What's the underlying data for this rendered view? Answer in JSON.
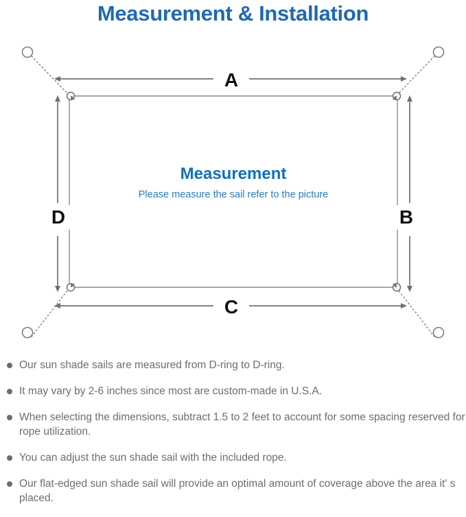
{
  "page": {
    "title": "Measurement & Installation",
    "title_color": "#1f69b0",
    "background_color": "#ffffff"
  },
  "diagram": {
    "name": "sun-shade-sail-measurement-diagram",
    "sail": {
      "title": "Measurement",
      "subtitle": "Please measure the sail refer to the picture",
      "title_color": "#1271b5",
      "subtitle_color": "#2b7cb9",
      "outline_color": "#808080"
    },
    "dimension_labels": {
      "top": "A",
      "right": "B",
      "bottom": "C",
      "left": "D"
    },
    "dimension_label_color": "#111111",
    "arrow_color": "#707070",
    "rope_line_style": "dotted",
    "rope_color": "#8a8a8a",
    "anchor_points": [
      {
        "name": "anchor-top-left",
        "position": "top-left"
      },
      {
        "name": "anchor-top-right",
        "position": "top-right"
      },
      {
        "name": "anchor-bottom-left",
        "position": "bottom-left"
      },
      {
        "name": "anchor-bottom-right",
        "position": "bottom-right"
      }
    ],
    "d_rings": [
      {
        "name": "d-ring-top-left",
        "position": "top-left"
      },
      {
        "name": "d-ring-top-right",
        "position": "top-right"
      },
      {
        "name": "d-ring-bottom-left",
        "position": "bottom-left"
      },
      {
        "name": "d-ring-bottom-right",
        "position": "bottom-right"
      }
    ]
  },
  "notes": {
    "bullet_color": "#6d6d6d",
    "text_color": "#6d6d6d",
    "items": [
      "Our sun shade sails are measured from D-ring to D-ring.",
      "It may vary by 2-6 inches since most are custom-made in U.S.A.",
      "When selecting the dimensions, subtract 1.5 to 2 feet to account for some spacing reserved for rope utilization.",
      "You can adjust the sun shade sail with the included rope.",
      "Our flat-edged sun shade sail will provide an optimal amount of coverage above the area it′ s placed."
    ]
  }
}
